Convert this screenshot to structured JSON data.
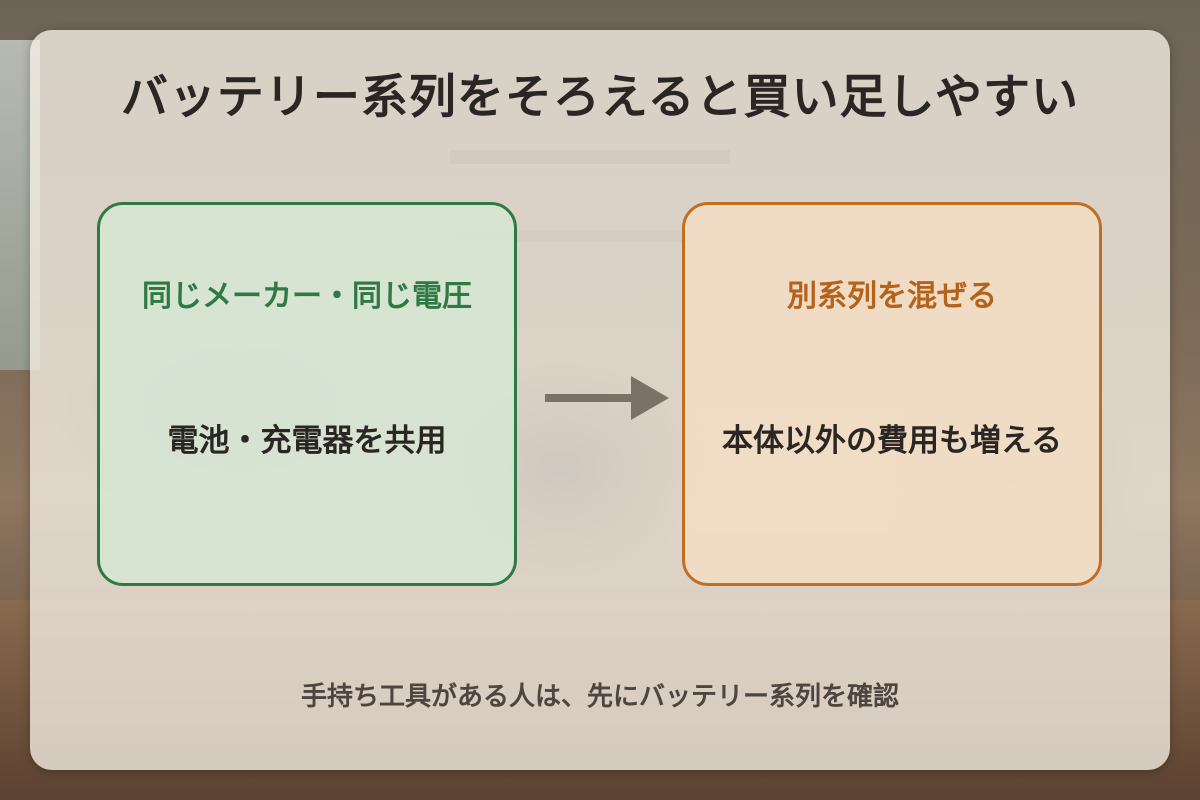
{
  "title": "バッテリー系列をそろえると買い足しやすい",
  "left_card": {
    "heading": "同じメーカー・同じ電圧",
    "body": "電池・充電器を共用",
    "accent": "#2f7a44"
  },
  "right_card": {
    "heading": "別系列を混ぜる",
    "body": "本体以外の費用も増える",
    "accent": "#c06e26"
  },
  "arrow_icon": "arrow-right-icon",
  "footer": "手持ち工具がある人は、先にバッテリー系列を確認"
}
